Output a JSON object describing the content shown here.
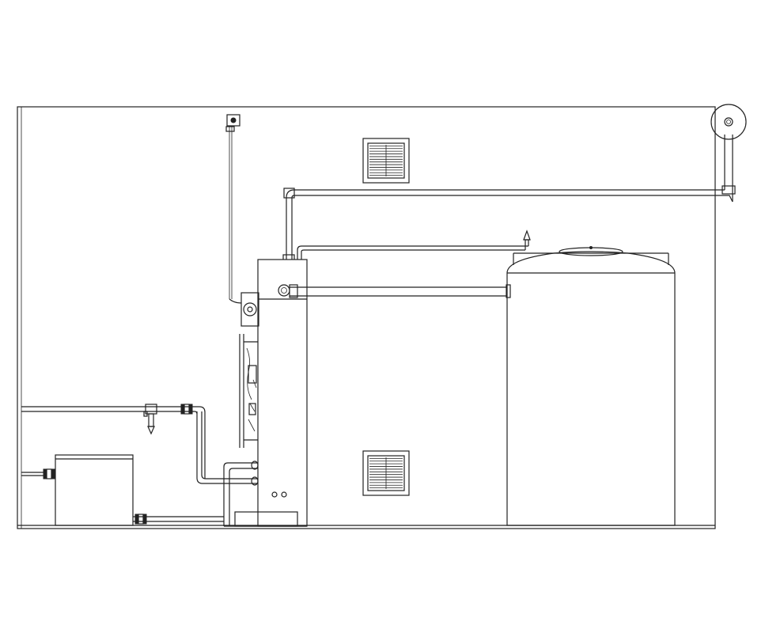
{
  "colors": {
    "stroke": "#222222",
    "background": "#ffffff"
  },
  "components": [
    {
      "name": "room-outline",
      "icon": "wall-elevation"
    },
    {
      "name": "flue-terminal",
      "icon": "round-flue-terminal"
    },
    {
      "name": "wall-vent-top",
      "icon": "louvered-vent"
    },
    {
      "name": "wall-vent-bottom",
      "icon": "louvered-vent"
    },
    {
      "name": "storage-tank",
      "icon": "vertical-cylinder-tank"
    },
    {
      "name": "boiler-cabinet",
      "icon": "boiler-unit"
    },
    {
      "name": "control-box",
      "icon": "small-cabinet"
    },
    {
      "name": "pressure-gauge",
      "icon": "gauge"
    }
  ]
}
